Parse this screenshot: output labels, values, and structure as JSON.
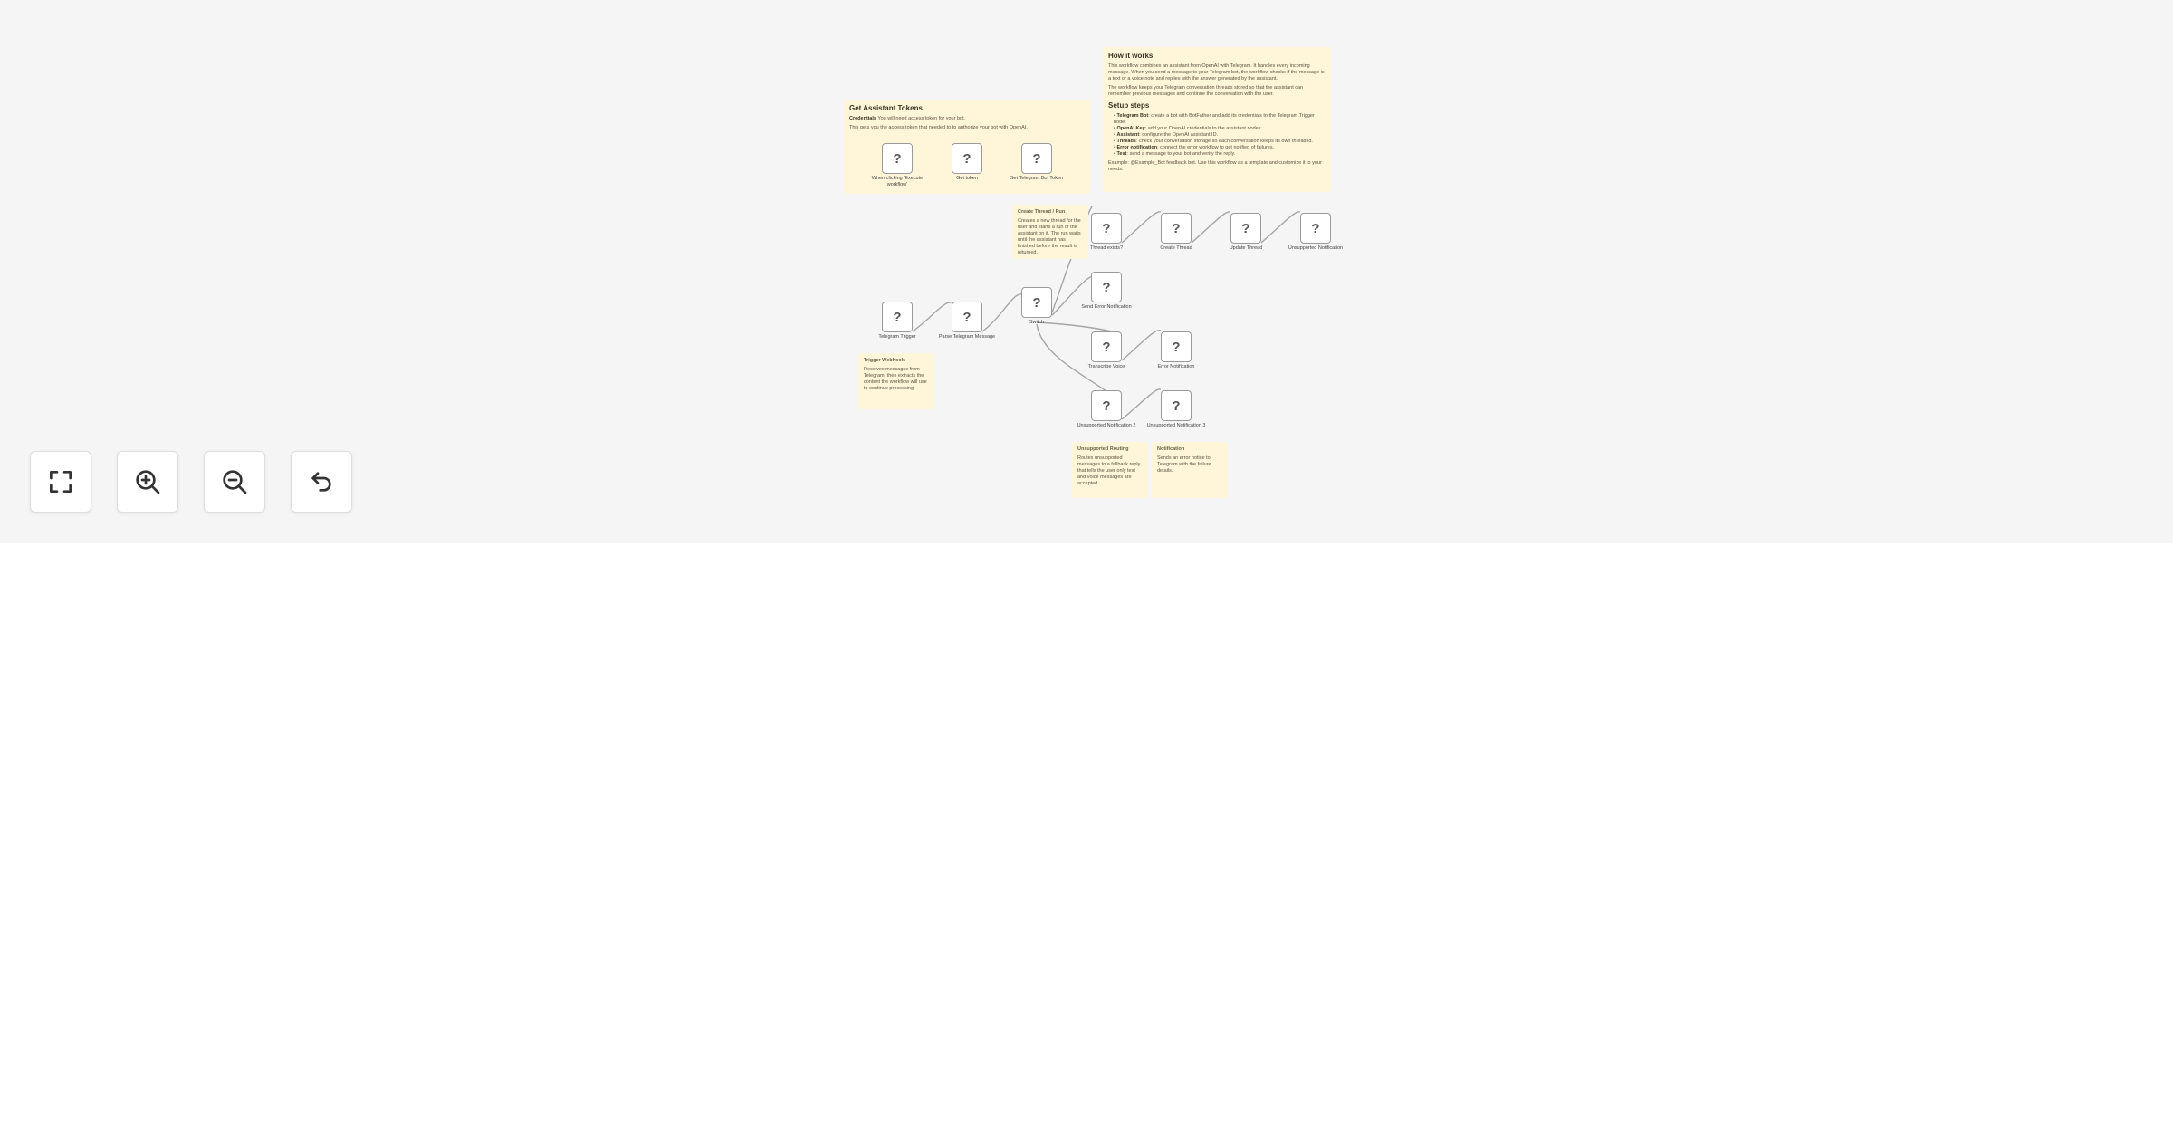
{
  "notes": {
    "intro": {
      "title": "Get Assistant Tokens",
      "line1_label": "Credentials",
      "line1_text": "You will need access token for your bot.",
      "line2": "This gets you the access token that needed to to authorize your bot with OpenAI."
    },
    "main": {
      "title": "How it works",
      "p1": "This workflow combines an assistant from OpenAI with Telegram. It handles every incoming message. When you send a message to your Telegram bot, the workflow checks if the message is a text or a voice note and replies with the answer generated by the assistant.",
      "p2": "The workflow keeps your Telegram conversation threads stored so that the assistant can remember previous messages and continue the conversation with the user.",
      "setup_title": "Setup steps",
      "steps": [
        {
          "label": "Telegram Bot",
          "text": "create a bot with BotFather and add its credentials to the Telegram Trigger node."
        },
        {
          "label": "OpenAI Key",
          "text": "add your OpenAI credentials to the assistant nodes."
        },
        {
          "label": "Assistant",
          "text": "configure the OpenAI assistant ID."
        },
        {
          "label": "Threads",
          "text": "check your conversation storage so each conversation keeps its own thread id."
        },
        {
          "label": "Error notification",
          "text": "connect the error workflow to get notified of failures."
        },
        {
          "label": "Test",
          "text": "send a message to your bot and verify the reply."
        }
      ],
      "footer": "Example: @Example_Bot feedback bot. Use this workflow as a template and customize it to your needs."
    },
    "thread_run": {
      "title": "Create Thread / Run",
      "text": "Creates a new thread for the user and starts a run of the assistant on it. The run waits until the assistant has finished before the result is returned."
    },
    "trigger": {
      "title": "Trigger Webhook",
      "text": "Receives messages from Telegram, then extracts the content the workflow will use to continue processing."
    },
    "unsupported": {
      "title": "Unsupported Routing",
      "text": "Routes unsupported messages to a fallback reply that tells the user only text and voice messages are accepted."
    },
    "notification": {
      "title": "Notification",
      "text": "Sends an error notice to Telegram with the failure details."
    }
  },
  "nodes": [
    {
      "id": "n1",
      "glyph": "?",
      "label": "When clicking 'Execute workflow'"
    },
    {
      "id": "n2",
      "glyph": "?",
      "label": "Get token"
    },
    {
      "id": "n3",
      "glyph": "?",
      "label": "Set Telegram Bot Token"
    },
    {
      "id": "n4",
      "glyph": "?",
      "label": "Telegram Trigger"
    },
    {
      "id": "n5",
      "glyph": "?",
      "label": "Parse Telegram Message"
    },
    {
      "id": "n6",
      "glyph": "?",
      "label": "Switch"
    },
    {
      "id": "n7",
      "glyph": "?",
      "label": "Thread exists?"
    },
    {
      "id": "n8",
      "glyph": "?",
      "label": "Create Thread"
    },
    {
      "id": "n9",
      "glyph": "?",
      "label": "Update Thread"
    },
    {
      "id": "n10",
      "glyph": "?",
      "label": "Unsupported Notification"
    },
    {
      "id": "n11",
      "glyph": "?",
      "label": "Send Error Notification"
    },
    {
      "id": "n12",
      "glyph": "?",
      "label": "Transcribe Voice"
    },
    {
      "id": "n13",
      "glyph": "?",
      "label": "Error Notification"
    },
    {
      "id": "n14",
      "glyph": "?",
      "label": "Unsupported Notification 2"
    },
    {
      "id": "n15",
      "glyph": "?",
      "label": "Unsupported Notification 3"
    }
  ],
  "controls": [
    {
      "name": "fit-view-button",
      "icon": "fullscreen-icon"
    },
    {
      "name": "zoom-in-button",
      "icon": "zoom-in-icon"
    },
    {
      "name": "zoom-out-button",
      "icon": "zoom-out-icon"
    },
    {
      "name": "reset-zoom-button",
      "icon": "undo-icon"
    }
  ]
}
